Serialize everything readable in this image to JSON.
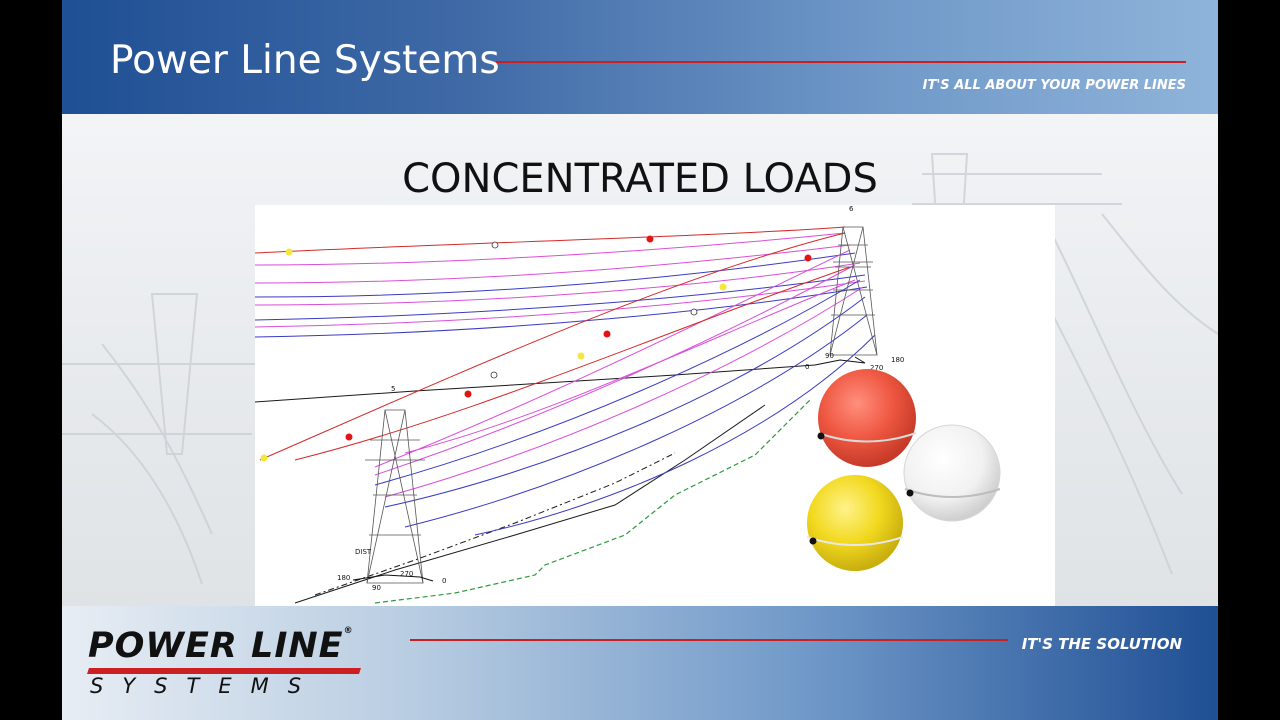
{
  "header": {
    "title": "Power Line Systems",
    "tagline": "IT'S ALL ABOUT YOUR POWER LINES"
  },
  "slide": {
    "title": "CONCENTRATED LOADS"
  },
  "diagram": {
    "labels": {
      "structure_6": "6",
      "structure_5": "5",
      "dist": "DIST",
      "dial_90_right": "90",
      "dial_180_right": "180",
      "dial_270_right": "270",
      "dial_0_right": "0",
      "dial_180_left": "180",
      "dial_270_left": "270",
      "dial_90_left": "90",
      "dial_0_left": "0"
    },
    "colors": {
      "red_wire": "#d42a2a",
      "magenta_wire": "#d94fd9",
      "blue_wire": "#3a3ac4",
      "ground_line": "#1a1a1a",
      "terrain_green": "#2e9b3c",
      "marker_red": "#e11515",
      "marker_yellow": "#f4e63a",
      "ball_red": "#ef5842",
      "ball_white": "#f5f5f5",
      "ball_yellow": "#f2d91f"
    }
  },
  "footer": {
    "logo_top": "POWER LINE",
    "logo_reg": "®",
    "logo_bottom": "SYSTEMS",
    "tagline": "IT'S THE SOLUTION"
  }
}
